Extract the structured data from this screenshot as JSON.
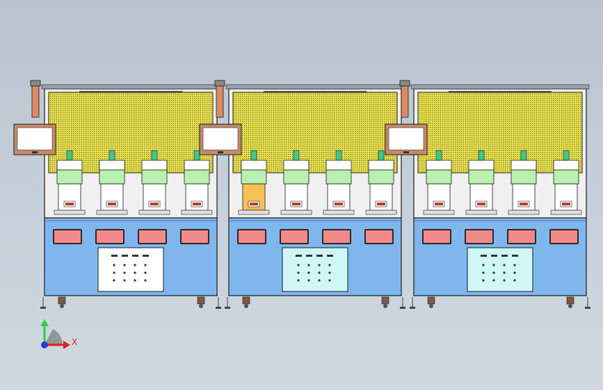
{
  "view": {
    "background_top": "#b8c3cf",
    "background_bottom": "#cfd7e0"
  },
  "colors": {
    "cabinet_blue": "#7fb6ee",
    "panel_blue": "#8fc0f0",
    "outline": "#1a1a1a",
    "mesh_yellow": "#e8e04a",
    "display_red": "#f28a8a",
    "touch_screen_frame": "#c48a6a",
    "station_green": "#b9f0b0",
    "nozzle_green": "#3ec98a",
    "orange_block": "#f5c253",
    "tower_copper": "#d98c5f"
  },
  "machines": [
    {
      "id": "station-1",
      "control_panel_color": "#ffffff",
      "displays": 4,
      "heads": 4,
      "highlight_head": -1
    },
    {
      "id": "station-2",
      "control_panel_color": "#cff7f5",
      "displays": 4,
      "heads": 4,
      "highlight_head": 0
    },
    {
      "id": "station-3",
      "control_panel_color": "#cff7f5",
      "displays": 4,
      "heads": 4,
      "highlight_head": -1
    }
  ],
  "triad": {
    "x_label": "X",
    "y_color": "#2ecc40",
    "x_color": "#e02020",
    "z_color": "#1d3fd8"
  }
}
